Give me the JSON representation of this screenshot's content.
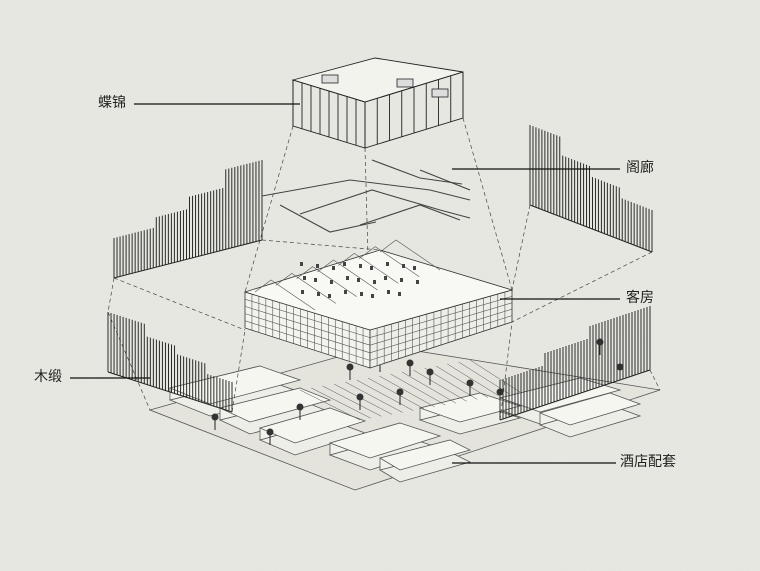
{
  "labels": {
    "roof": "蝶锦",
    "corridor": "阁廊",
    "rooms": "客房",
    "screen": "木缎",
    "amenities": "酒店配套"
  }
}
